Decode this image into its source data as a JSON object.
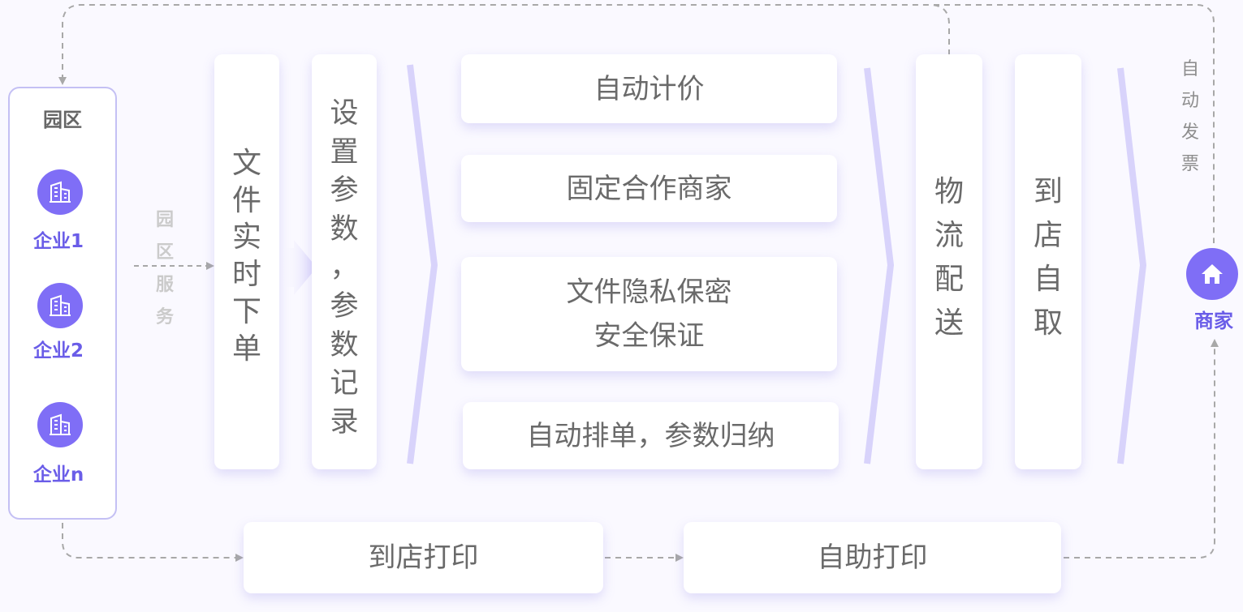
{
  "park": {
    "title": "园区",
    "enterprises": [
      {
        "label": "企业1",
        "icon": "building-icon"
      },
      {
        "label": "企业2",
        "icon": "building-icon"
      },
      {
        "label": "企业n",
        "icon": "building-icon"
      }
    ]
  },
  "park_service_label": "园区服务",
  "steps": {
    "order": "文件实时下单",
    "params": "设置参数，参数记录"
  },
  "features": {
    "auto_pricing": "自动计价",
    "fixed_merchants": "固定合作商家",
    "privacy_line1": "文件隐私保密",
    "privacy_line2": "安全保证",
    "auto_schedule": "自动排单，参数归纳"
  },
  "delivery": {
    "logistics": "物流配送",
    "pickup": "到店自取"
  },
  "invoice_label": "自动发票",
  "merchant": {
    "label": "商家",
    "icon": "home-icon"
  },
  "bottom": {
    "in_store_print": "到店打印",
    "self_print": "自助打印"
  },
  "colors": {
    "accent": "#7f6ef6",
    "accent_text": "#6a5de8",
    "chevron": "#dcd8fb",
    "dashed_line": "#a8a8a8"
  }
}
